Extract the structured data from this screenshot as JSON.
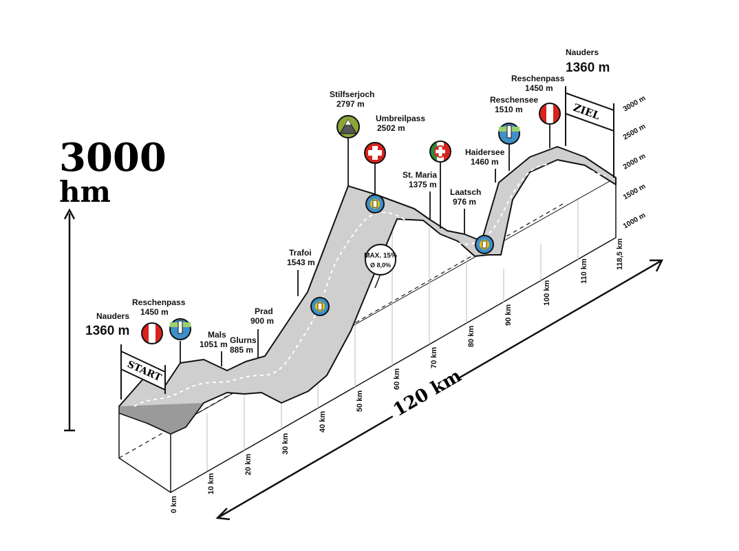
{
  "headline": {
    "value": "3000",
    "unit": "hm"
  },
  "distance_label": "120 km",
  "banners": {
    "start": "START",
    "finish": "ZIEL"
  },
  "gradient_badge": {
    "max": "MAX. 15%",
    "avg": "Ø 8,0%"
  },
  "elevation_axis": [
    "3000 m",
    "2500 m",
    "2000 m",
    "1500 m",
    "1000 m"
  ],
  "km_ticks": [
    "0 km",
    "10 km",
    "20 km",
    "30 km",
    "40 km",
    "50 km",
    "60 km",
    "70 km",
    "80 km",
    "90 km",
    "100 km",
    "110 km",
    "118,5 km"
  ],
  "places": [
    {
      "id": "nauders-start",
      "name": "Nauders",
      "elev": "1360 m"
    },
    {
      "id": "reschenpass-1",
      "name": "Reschenpass",
      "elev": "1450 m"
    },
    {
      "id": "mals",
      "name": "Mals",
      "elev": "1051 m"
    },
    {
      "id": "glurns",
      "name": "Glurns",
      "elev": "885 m"
    },
    {
      "id": "prad",
      "name": "Prad",
      "elev": "900 m"
    },
    {
      "id": "trafoi",
      "name": "Trafoi",
      "elev": "1543 m"
    },
    {
      "id": "stilfserjoch",
      "name": "Stilfserjoch",
      "elev": "2797 m"
    },
    {
      "id": "umbreilpass",
      "name": "Umbreilpass",
      "elev": "2502 m"
    },
    {
      "id": "st-maria",
      "name": "St. Maria",
      "elev": "1375 m"
    },
    {
      "id": "laatsch",
      "name": "Laatsch",
      "elev": "976 m"
    },
    {
      "id": "haidersee",
      "name": "Haidersee",
      "elev": "1460 m"
    },
    {
      "id": "reschensee",
      "name": "Reschensee",
      "elev": "1510 m"
    },
    {
      "id": "reschenpass-2",
      "name": "Reschenpass",
      "elev": "1450 m"
    },
    {
      "id": "nauders-finish",
      "name": "Nauders",
      "elev": "1360 m"
    }
  ],
  "colors": {
    "ribbon": "#cfcfcf",
    "ribbon_side": "#9a9a9a",
    "ink": "#111111",
    "badge_blue": "#3f8fc9",
    "badge_yellow": "#f2c200",
    "flag_red": "#d8231d",
    "flag_green": "#2f8a3b",
    "mountain_green": "#8aa63a"
  }
}
